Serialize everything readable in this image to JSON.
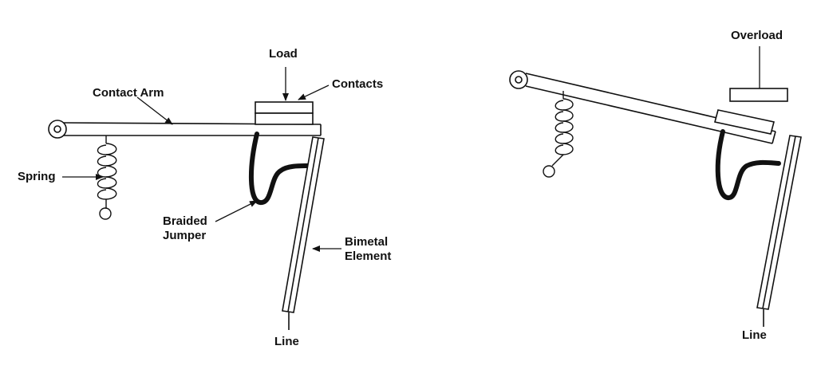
{
  "left_panel": {
    "labels": {
      "load": "Load",
      "contacts": "Contacts",
      "contact_arm": "Contact Arm",
      "spring": "Spring",
      "braided_jumper": [
        "Braided",
        "Jumper"
      ],
      "bimetal_element": [
        "Bimetal",
        "Element"
      ],
      "line": "Line"
    }
  },
  "right_panel": {
    "labels": {
      "overload": "Overload",
      "line": "Line"
    }
  },
  "colors": {
    "stroke": "#111111",
    "background": "#ffffff"
  }
}
